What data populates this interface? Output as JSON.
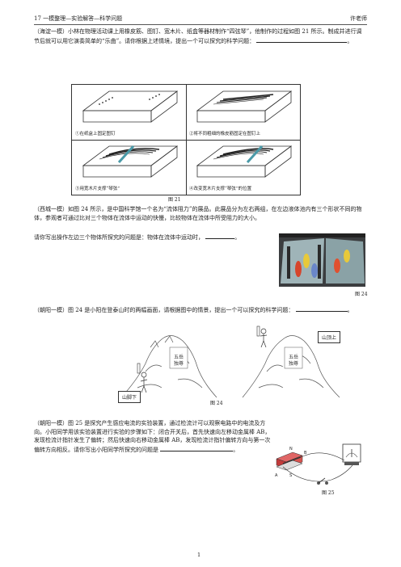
{
  "header": {
    "left": "17 一模整理—实验解答—科学问题",
    "right": "许老师"
  },
  "q1": {
    "text": "（海淀一模）小林在物理活动课上用橡皮筋、图钉、宽木片、纸盒等器材制作“四弦琴”，他制作的过程如图 21 所示。制成并进行调节后就可以用它演奏简单的“乐曲”。请你根据上述情境，提出一个可以探究的科学问题：",
    "end": "。",
    "panels": [
      "①在纸盒上固定图钉",
      "②将不同粗细的橡皮筋固定在图钉上",
      "③用宽木片支撑“琴弦”",
      "④改变宽木片支撑“琴弦”的位置"
    ],
    "caption": "图 21"
  },
  "q2": {
    "text": "（西城一模）如图 24 所示，是中国科学馆一个名为“流体阻力”的展品。此展品分为左右两组，在左边液体池内有三个形状不同的物体，参观者可通过比对三个物体在流体中运动的快慢，比较物体在流体中所受阻力的大小。",
    "line2": "请你写出操作左边三个物体所探究的问题是：物体在流体中运动时，",
    "end": "。",
    "caption": "图 24"
  },
  "q3": {
    "text": "（朝阳一模）图 24 是小阳在登泰山时的两幅画面，请根据图中的情景，提出一个可以探究的科学问题：",
    "end": "。",
    "top_label": "山顶上",
    "bottom_label": "山脚下",
    "caption": "图 24"
  },
  "q4": {
    "text": "（朝阳一模）图 25 是探究产生感应电流的实验装置，通过检流计可以观察电路中的电流及方向。小阳同学用该实验装置进行实验的步骤如下：闭合开关后，首先快速向左移动金属棒 AB，发现检流计指针发生了偏转；然后快速向右移动金属棒 AB，发现检流计指针偏转方向与第一次偏转方向相反。请你写出小阳同学所探究的问题是",
    "end": "。",
    "labels": {
      "n": "N",
      "s": "S",
      "a": "A",
      "b": "B"
    },
    "caption": "图 25"
  },
  "footer": {
    "page": "1"
  }
}
